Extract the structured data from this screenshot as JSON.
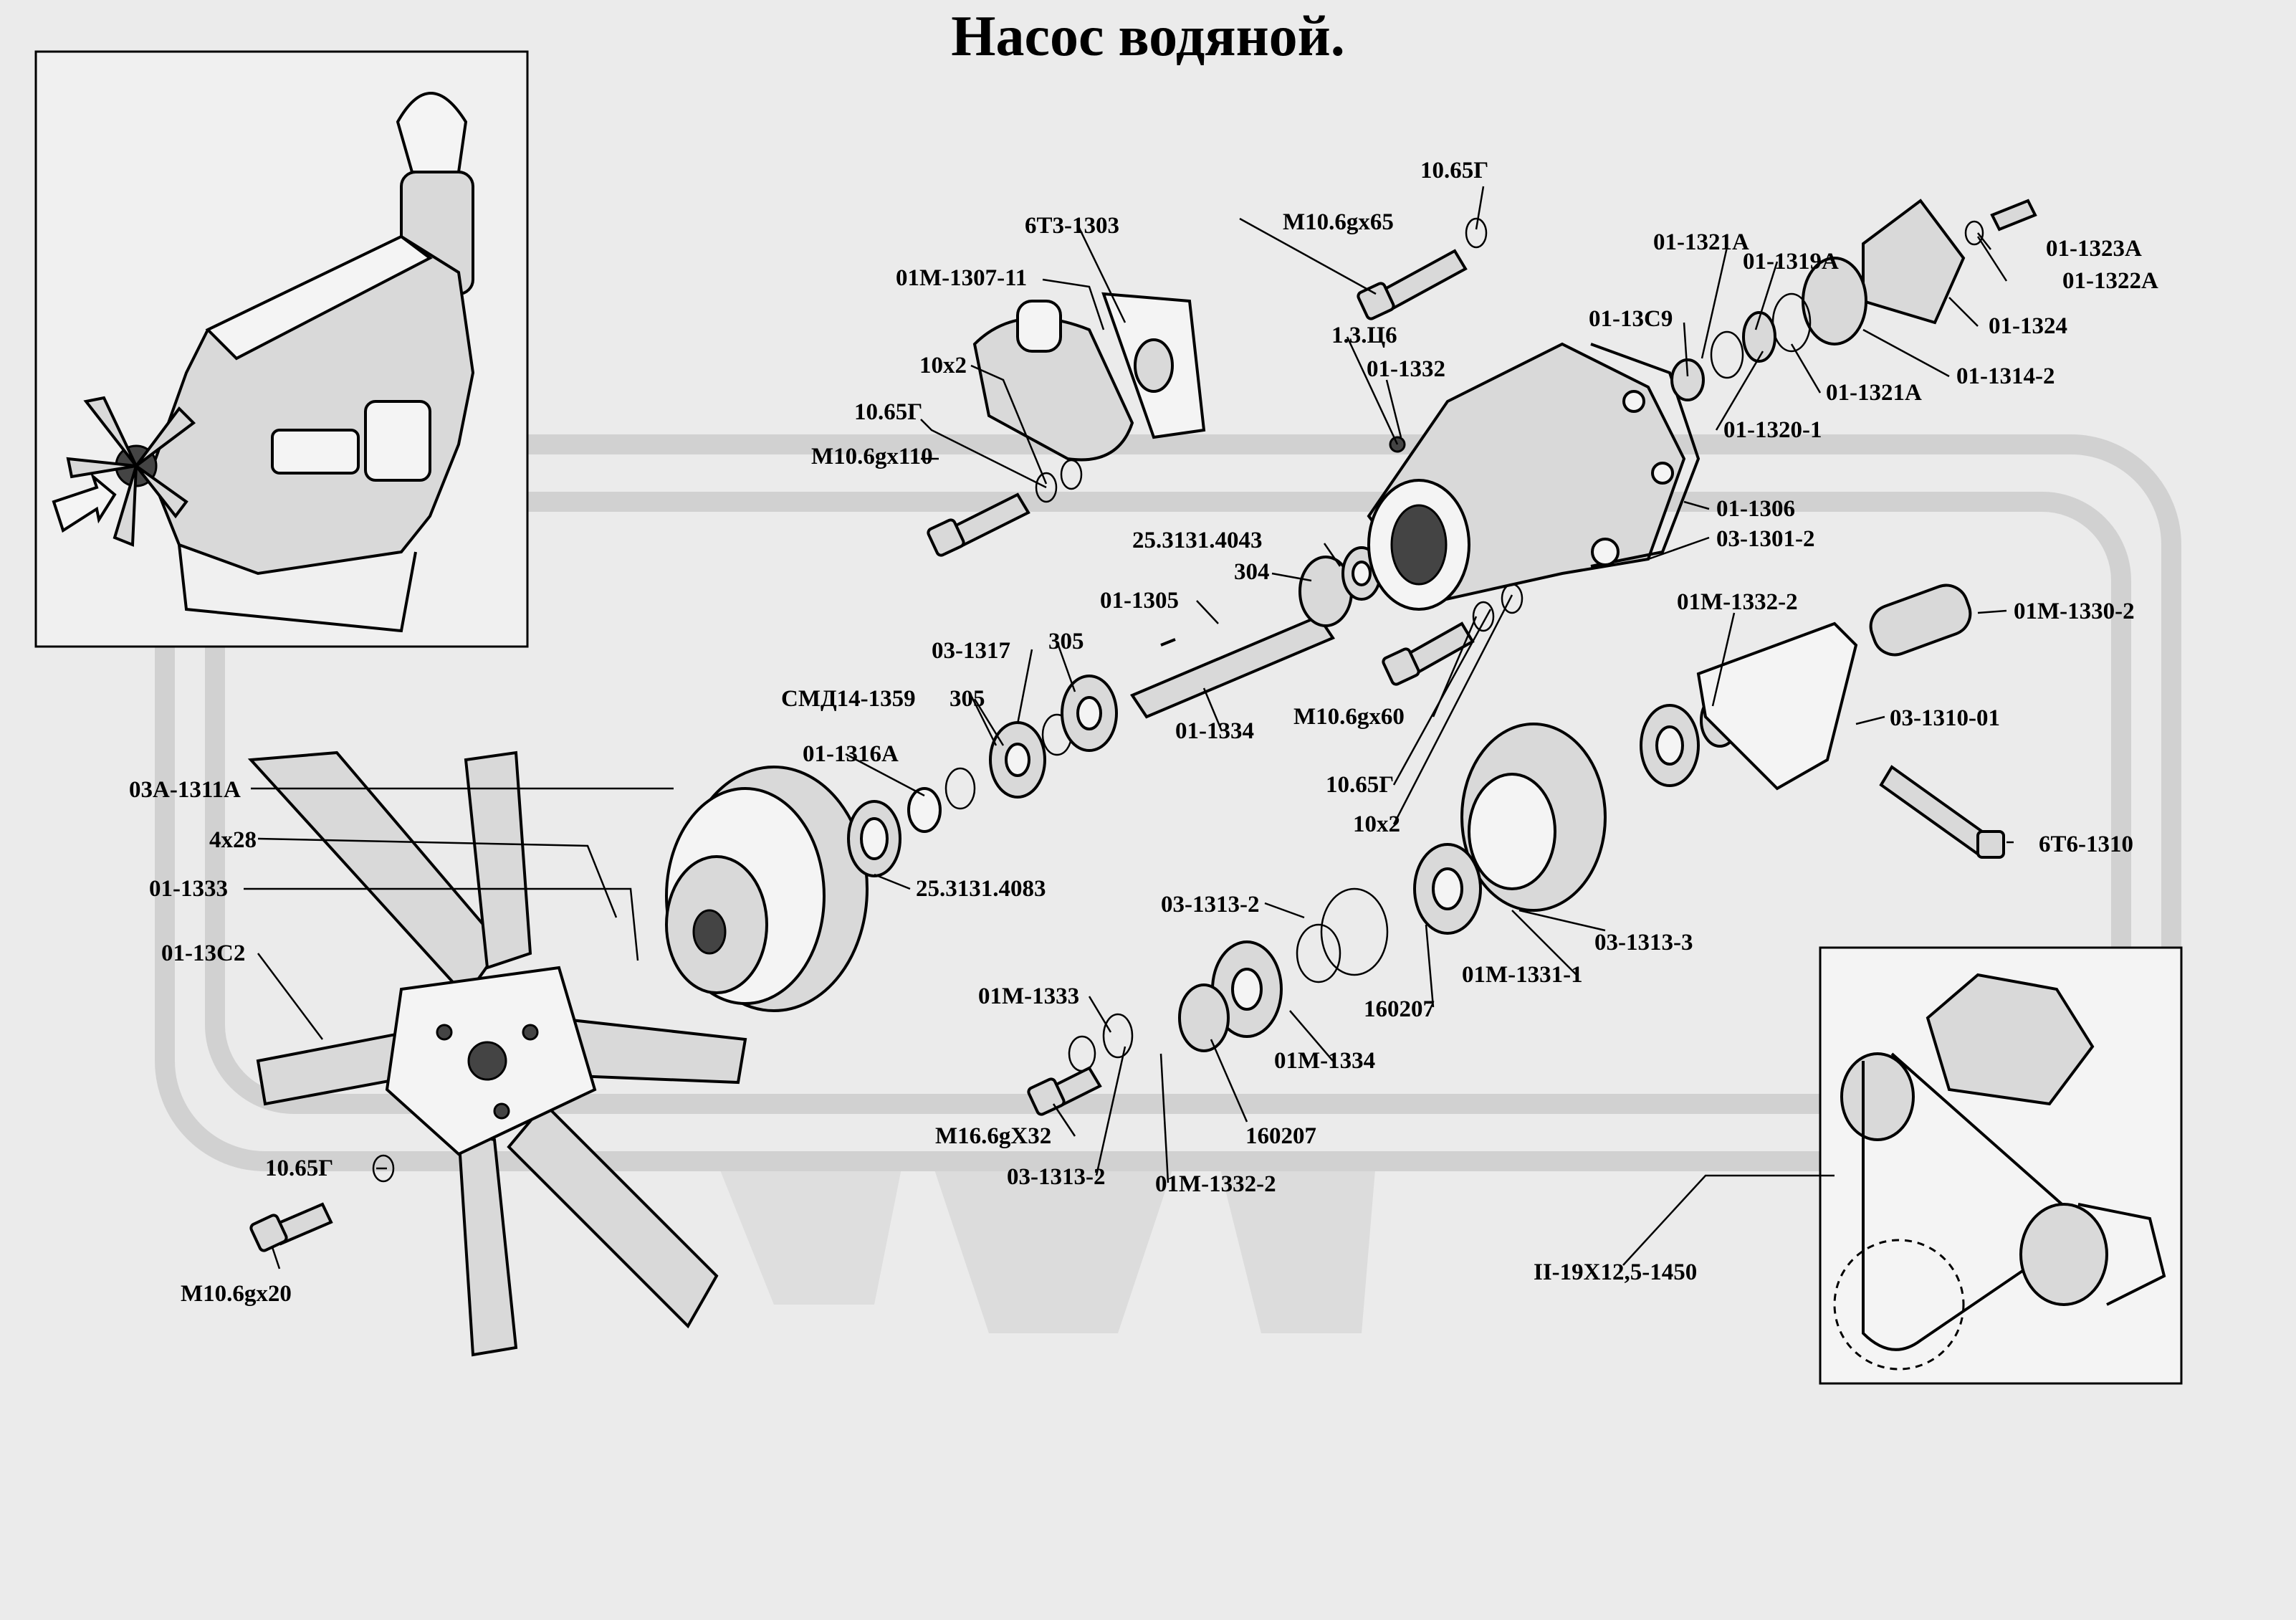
{
  "title": "Насос водяной.",
  "labels": {
    "l_6t3_1303": "6Т3-1303",
    "l_m10_65": "М10.6gx65",
    "l_1065g_top": "10.65Г",
    "l_01m_1307_11": "01М-1307-11",
    "l_10x2_a": "10x2",
    "l_1065g_a": "10.65Г",
    "l_m10_110": "М10.6gx110",
    "l_13c6": "1.3.Ц6",
    "l_01_1332": "01-1332",
    "l_01_1321a_top": "01-1321А",
    "l_01_1319a": "01-1319А",
    "l_01_1323a": "01-1323А",
    "l_01_1322a": "01-1322А",
    "l_01_13c9": "01-13С9",
    "l_01_1324": "01-1324",
    "l_01_1321a_b": "01-1321А",
    "l_01_1314_2": "01-1314-2",
    "l_01_1320_1": "01-1320-1",
    "l_01_1306": "01-1306",
    "l_03_1301_2": "03-1301-2",
    "l_25_4043": "25.3131.4043",
    "l_304": "304",
    "l_01_1305": "01-1305",
    "l_01m_1332_2_top": "01М-1332-2",
    "l_01m_1330_2": "01М-1330-2",
    "l_03_1317": "03-1317",
    "l_305_a": "305",
    "l_smd": "СМД14-1359",
    "l_305_b": "305",
    "l_01_1334": "01-1334",
    "l_m10_60": "М10.6gx60",
    "l_03_1310_01": "03-1310-01",
    "l_01_1316a": "01-1316А",
    "l_1065g_b": "10.65Г",
    "l_10x2_b": "10x2",
    "l_03a_1311a": "03А-1311А",
    "l_4x28": "4x28",
    "l_6t6_1310": "6Т6-1310",
    "l_01_1333": "01-1333",
    "l_25_4083": "25.3131.4083",
    "l_03_1313_2_top": "03-1313-2",
    "l_03_1313_3": "03-1313-3",
    "l_01_13c2": "01-13С2",
    "l_01m_1331_1": "01М-1331-1",
    "l_01m_1333": "01М-1333",
    "l_160207_a": "160207",
    "l_01m_1334": "01М-1334",
    "l_m16_32": "М16.6gX32",
    "l_160207_b": "160207",
    "l_1065g_c": "10.65Г",
    "l_03_1313_2_b": "03-1313-2",
    "l_01m_1332_2_b": "01М-1332-2",
    "l_m10_20": "М10.6gx20",
    "l_belt": "II-19X12,5-1450"
  }
}
